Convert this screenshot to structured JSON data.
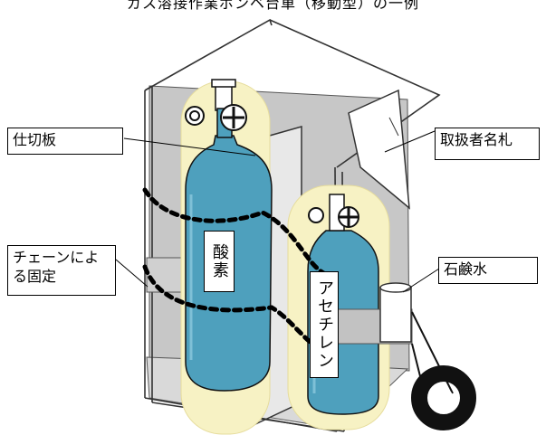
{
  "title": "ガス溶接作業ボンベ台車（移動型）の一例",
  "labels": {
    "partition": "仕切板",
    "name_tag": "取扱者名札",
    "chain": "チェーンによる固定",
    "soap_water": "石鹸水"
  },
  "cylinders": {
    "oxygen": "酸素",
    "acetylene": "アセチレン"
  },
  "colors": {
    "cylinder_blue": "#4ea0bd",
    "glow": "#f7f2c4",
    "panel_gray": "#c7c7c7",
    "shelf_gray": "#d9d9d9"
  }
}
